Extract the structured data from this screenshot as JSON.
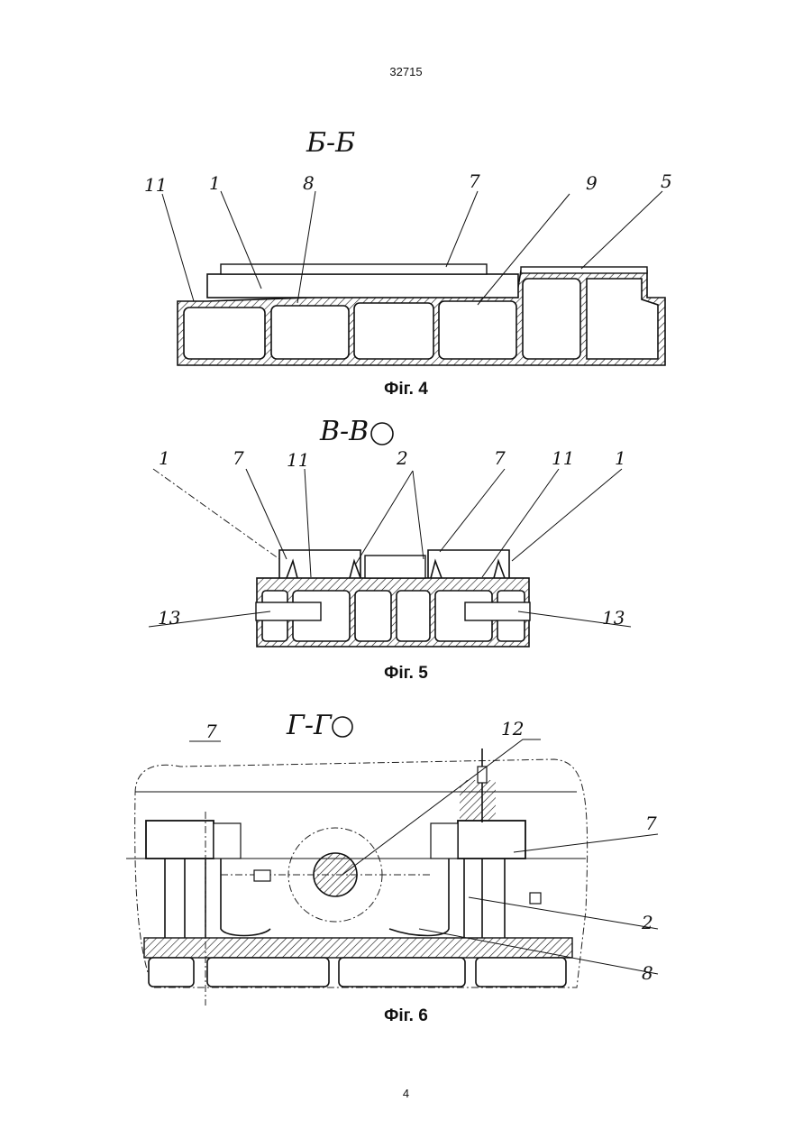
{
  "document": {
    "header_number": "32715",
    "page_number": "4"
  },
  "figures": [
    {
      "caption": "Фіг. 4",
      "section": "Б-Б",
      "labels": [
        "11",
        "1",
        "8",
        "7",
        "9",
        "5"
      ]
    },
    {
      "caption": "Фіг. 5",
      "section": "В-В",
      "labels": [
        "1",
        "7",
        "11",
        "2",
        "7",
        "11",
        "1",
        "13",
        "13"
      ]
    },
    {
      "caption": "Фіг. 6",
      "section": "Г-Г",
      "labels": [
        "7",
        "12",
        "7",
        "2",
        "8"
      ]
    }
  ]
}
